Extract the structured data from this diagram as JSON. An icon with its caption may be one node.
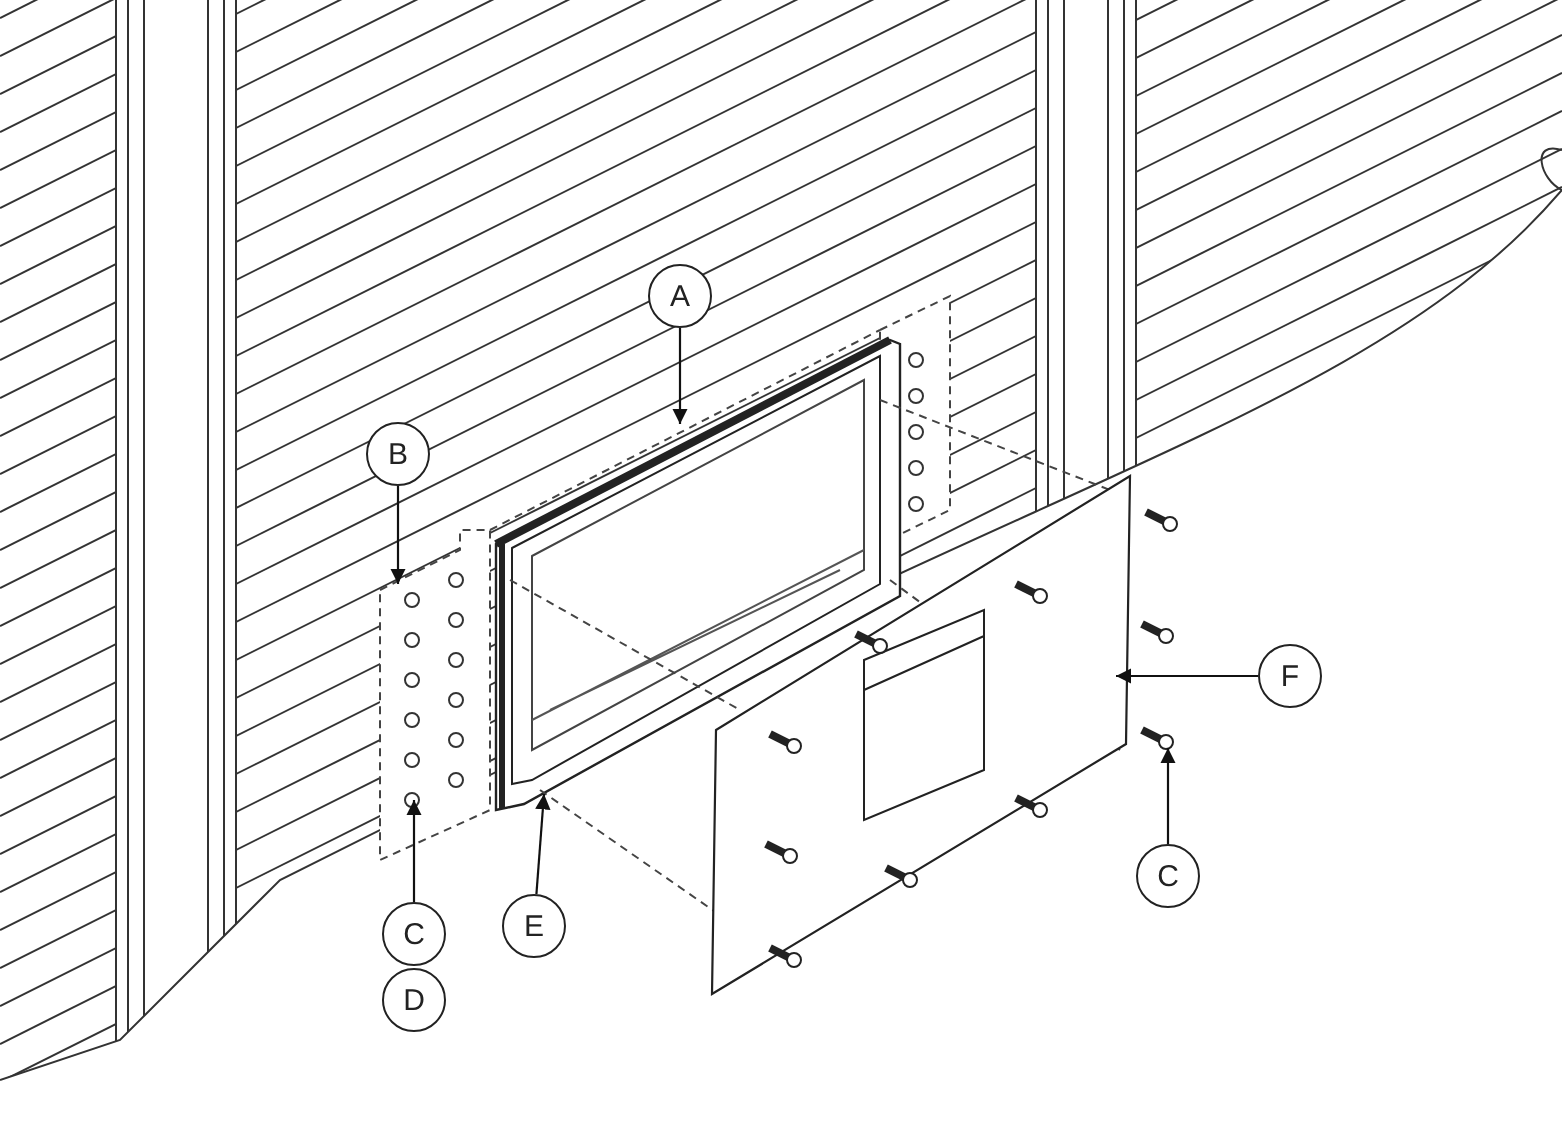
{
  "diagram": {
    "nodes": [
      {
        "text": [
          "A"
        ]
      },
      {
        "text": [
          "B"
        ]
      },
      {
        "text": [
          "F"
        ]
      },
      {
        "text": [
          "C"
        ]
      },
      {
        "text": [
          "E"
        ]
      },
      {
        "text": [
          "C"
        ]
      },
      {
        "text": [
          "D"
        ]
      }
    ],
    "edges": [
      {
        "from": 0,
        "to": null,
        "arrow": "to"
      },
      {
        "from": 1,
        "to": null,
        "arrow": "to"
      },
      {
        "from": 2,
        "to": null,
        "arrow": "to"
      },
      {
        "from": 3,
        "to": null,
        "arrow": "to"
      },
      {
        "from": 4,
        "to": null,
        "arrow": "to"
      },
      {
        "from": 5,
        "to": null,
        "arrow": "to"
      }
    ]
  }
}
